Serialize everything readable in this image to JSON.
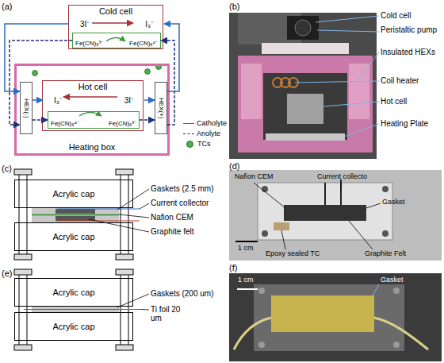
{
  "diagram": {
    "nodes": [
      {
        "text": [
          "Cold cell"
        ]
      },
      {
        "text": [
          "3I⁻",
          "I₃⁻"
        ],
        "in": 0
      },
      {
        "text": [
          "Fe(CN)₆³⁻",
          "Fe(CN)₆⁴⁻"
        ],
        "in": 0
      },
      {
        "text": [
          "Heating box"
        ]
      },
      {
        "text": [
          "Hot cell"
        ],
        "in": 3
      },
      {
        "text": [
          "I₃⁻",
          "3I⁻"
        ],
        "in": 4
      },
      {
        "text": [
          "Fe(CN)₆⁴⁻",
          "Fe(CN)₆³⁻"
        ],
        "in": 4
      },
      {
        "text": [
          "HEX(-)"
        ],
        "in": 3
      },
      {
        "text": [
          "HEX(+)"
        ],
        "in": 3
      },
      {
        "text": [
          "Acrylic cap"
        ]
      },
      {
        "text": [
          "Acrylic cap"
        ]
      },
      {
        "text": [
          "Acrylic cap"
        ]
      },
      {
        "text": [
          "Acrylic cap"
        ]
      }
    ],
    "edges": [
      {
        "from": 1,
        "to": 7,
        "arrow": "to"
      },
      {
        "from": 7,
        "to": 5,
        "arrow": "to"
      },
      {
        "from": 5,
        "to": 8,
        "arrow": "to"
      },
      {
        "from": 8,
        "to": 1,
        "arrow": "to"
      },
      {
        "from": 2,
        "to": 7,
        "arrow": "to"
      },
      {
        "from": 7,
        "to": 6,
        "arrow": "to"
      },
      {
        "from": 6,
        "to": 8,
        "arrow": "to"
      },
      {
        "from": 8,
        "to": 2,
        "arrow": "to"
      }
    ],
    "labels": [
      "(a)",
      "(b)",
      "Cold cell",
      "Peristaltic pump",
      "Insulated HEXs",
      "Coil heater",
      "Hot cell",
      "Heating Plate",
      "(c)",
      "Gaskets (2.5 mm)",
      "Current collector",
      "Nafion CEM",
      "Graphite felt",
      "(d)",
      "Nafion CEM",
      "Current collecto",
      "Gasket",
      "1 cm",
      "Epoxy sealed TC",
      "Graphite Felt",
      "(e)",
      "Gaskets (200 um)",
      "Ti foil 20 um",
      "(f)",
      "1 cm",
      "Gasket"
    ],
    "legend": [
      {
        "text": "Catholyte"
      },
      {
        "text": "Anolyte"
      },
      {
        "text": "TCs"
      }
    ]
  }
}
